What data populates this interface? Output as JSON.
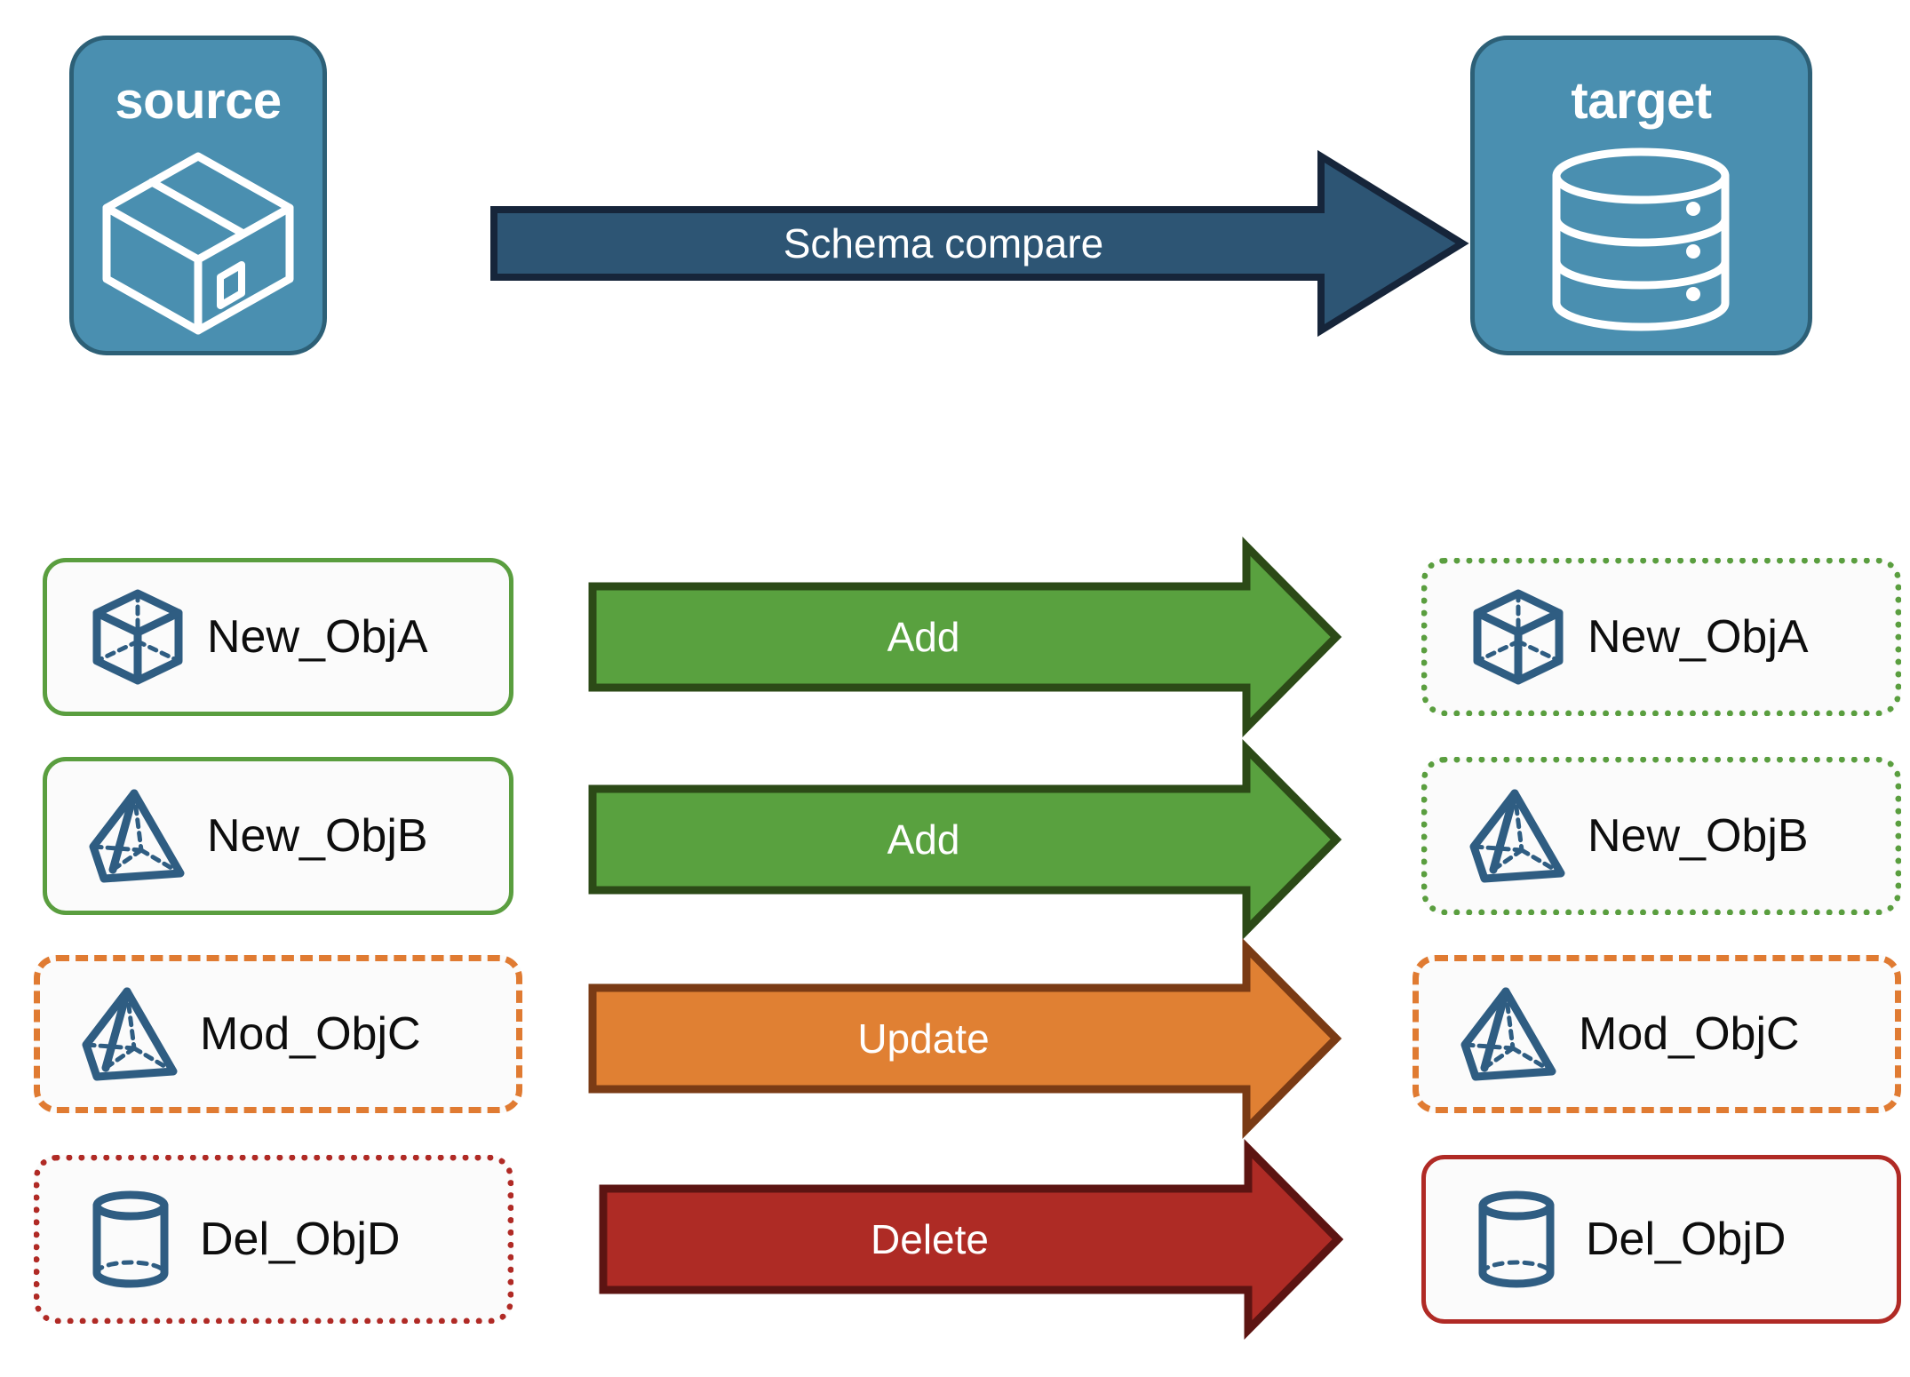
{
  "endpoints": {
    "source": {
      "title": "source",
      "icon": "package-box-icon",
      "fill": "#4a8fb0",
      "stroke": "#2d6077"
    },
    "target": {
      "title": "target",
      "icon": "database-cylinder-icon",
      "fill": "#4a8fb0",
      "stroke": "#2d6077"
    }
  },
  "main_arrow": {
    "label": "Schema compare",
    "fill": "#2d5574",
    "stroke": "#16253a",
    "label_color": "#ffffff"
  },
  "rows": [
    {
      "action": "Add",
      "arrow_fill": "#59a13f",
      "arrow_stroke": "#2c4a17",
      "source": {
        "label": "New_ObjA",
        "icon": "wireframe-cube-icon",
        "border_style": "solid",
        "border_color": "#5a9e3f"
      },
      "target": {
        "label": "New_ObjA",
        "icon": "wireframe-cube-icon",
        "border_style": "dotted",
        "border_color": "#5a9e3f"
      }
    },
    {
      "action": "Add",
      "arrow_fill": "#59a13f",
      "arrow_stroke": "#2c4a17",
      "source": {
        "label": "New_ObjB",
        "icon": "pyramid-icon",
        "border_style": "solid",
        "border_color": "#5a9e3f"
      },
      "target": {
        "label": "New_ObjB",
        "icon": "pyramid-icon",
        "border_style": "dotted",
        "border_color": "#5a9e3f"
      }
    },
    {
      "action": "Update",
      "arrow_fill": "#e08033",
      "arrow_stroke": "#7a3b15",
      "source": {
        "label": "Mod_ObjC",
        "icon": "pyramid-icon",
        "border_style": "dashed",
        "border_color": "#e07b32"
      },
      "target": {
        "label": "Mod_ObjC",
        "icon": "pyramid-icon",
        "border_style": "dashed",
        "border_color": "#e07b32"
      }
    },
    {
      "action": "Delete",
      "arrow_fill": "#ae2b25",
      "arrow_stroke": "#5c1412",
      "source": {
        "label": "Del_ObjD",
        "icon": "cylinder-icon",
        "border_style": "dotted",
        "border_color": "#b02a25"
      },
      "target": {
        "label": "Del_ObjD",
        "icon": "cylinder-icon",
        "border_style": "solid",
        "border_color": "#b02a25"
      }
    }
  ],
  "palette": {
    "object_icon_color": "#2f5d82",
    "background": "#ffffff",
    "text": "#0d0d0d"
  }
}
